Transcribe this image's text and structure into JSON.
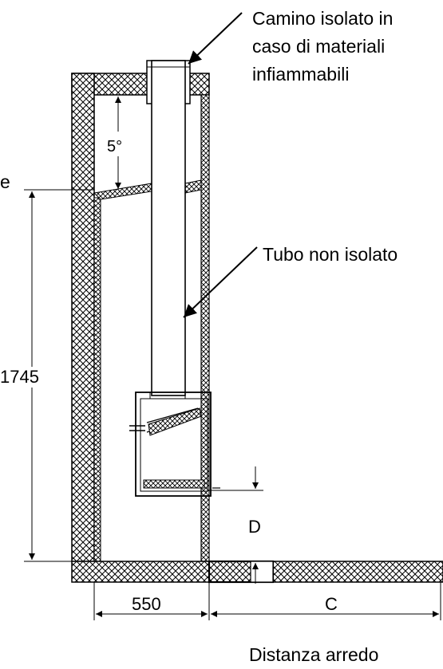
{
  "diagram": {
    "callouts": {
      "chimney_line1": "Camino isolato in",
      "chimney_line2": "caso di materiali",
      "chimney_line3": "infiammabili",
      "pipe": "Tubo non isolato",
      "cut_edge": "e"
    },
    "dimensions": {
      "angle": "5°",
      "height": "1745",
      "depth": "550",
      "clearance_c": "C",
      "clearance_d": "D"
    },
    "footer": "Distanza arredo"
  }
}
